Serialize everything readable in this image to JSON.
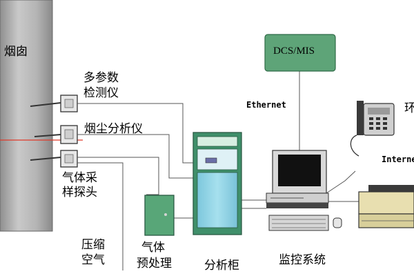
{
  "labels": {
    "chimney": "烟囱",
    "multi_param_line1": "多参数",
    "multi_param_line2": "检测仪",
    "dust_analyzer": "烟尘分析仪",
    "gas_probe_line1": "气体采",
    "gas_probe_line2": "样探头",
    "compressed_air_line1": "压缩",
    "compressed_air_line2": "空气",
    "gas_pretreat_line1": "气体",
    "gas_pretreat_line2": "预处理",
    "analysis_cabinet": "分析柜",
    "monitor_system": "监控系统",
    "dcs": "DCS/MIS",
    "ethernet": "Ethernet",
    "internet_partial": "Interne",
    "env_partial": "环"
  },
  "colors": {
    "chimney": "#a8a8a8",
    "dcs_box": "#5ea478",
    "cabinet_frame": "#3f8f6a",
    "cabinet_panel": "#8fd3e6",
    "pretreat_box": "#58a678",
    "line": "#555555",
    "red_line": "#e03a2a"
  },
  "icons": [
    "multi-parameter-detector-icon",
    "dust-analyzer-icon",
    "gas-probe-icon",
    "telephone-icon",
    "computer-monitor-icon",
    "printer-icon"
  ]
}
